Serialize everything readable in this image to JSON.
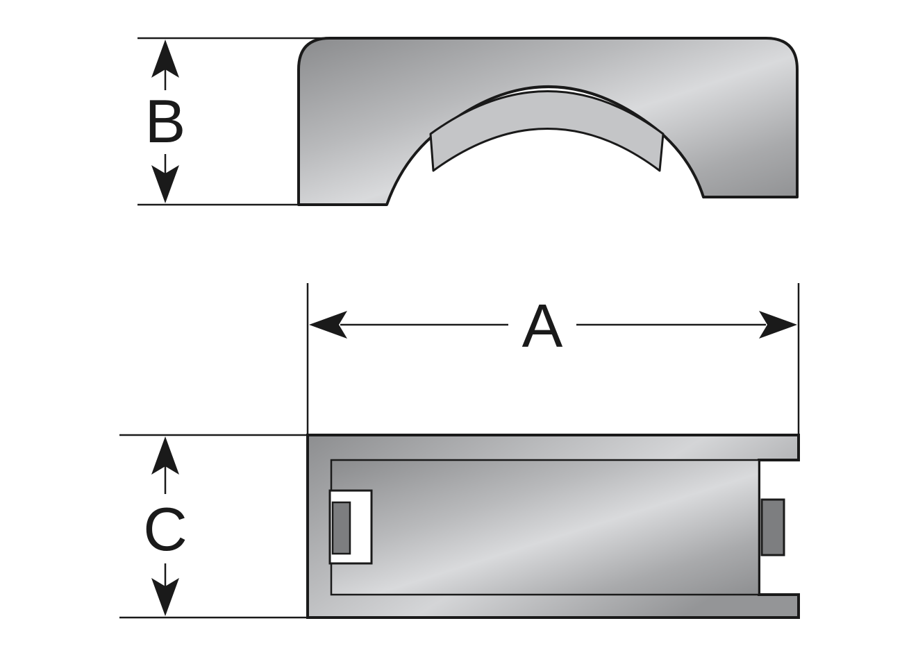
{
  "dimensions": {
    "a": "A",
    "b": "B",
    "c": "C"
  },
  "colors": {
    "outline": "#1a1a1a",
    "body_light": "#d9dadc",
    "body_dark": "#8a8b8d",
    "tab_fill": "#7d7e80",
    "background": "#ffffff"
  }
}
